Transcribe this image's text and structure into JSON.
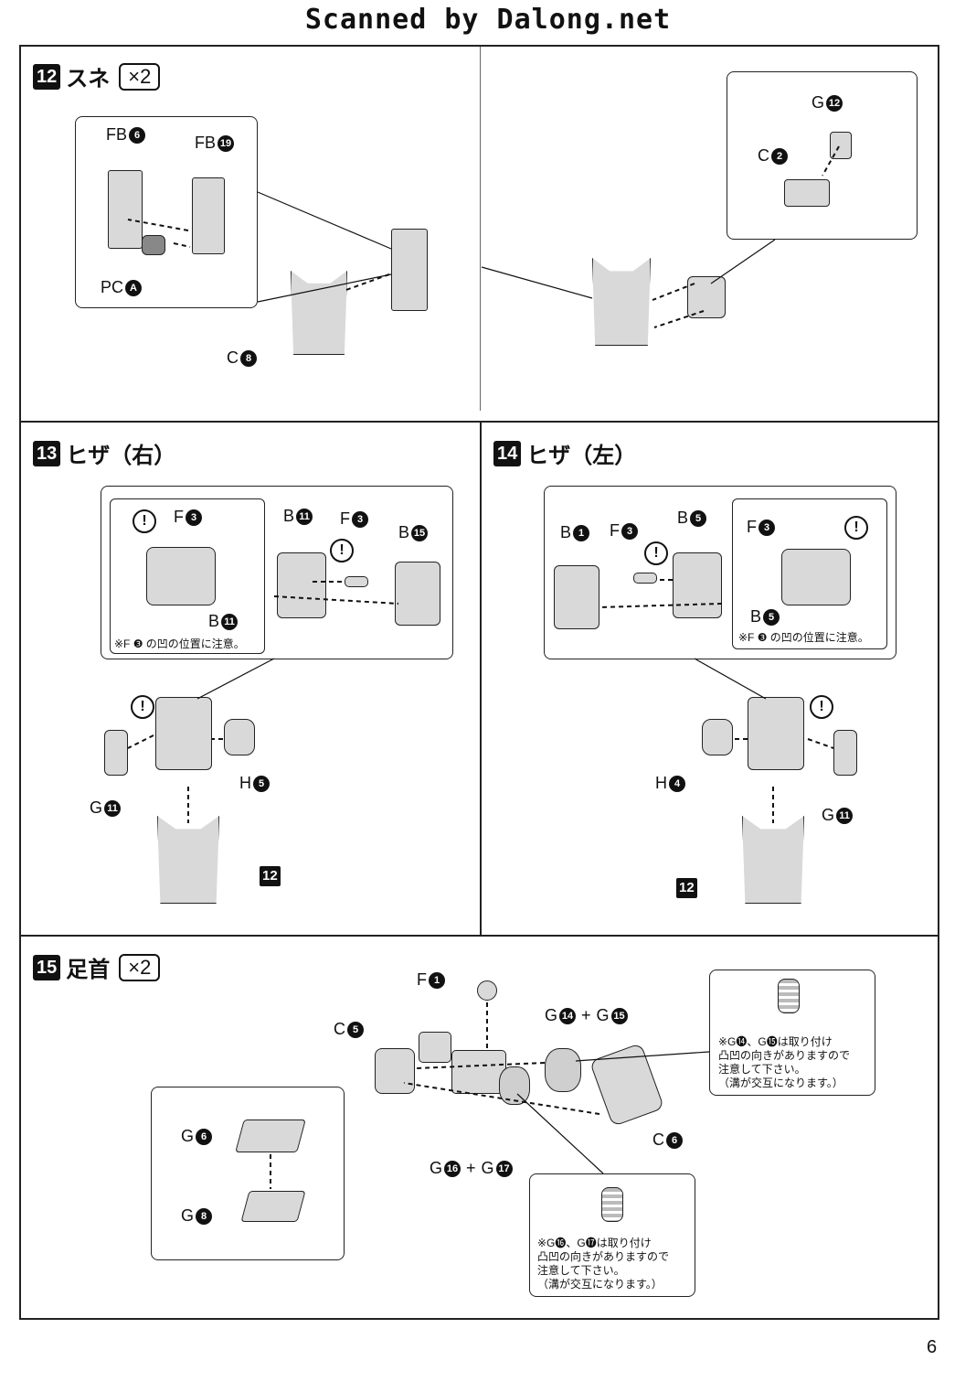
{
  "header": "Scanned by Dalong.net",
  "page_number": "6",
  "steps": {
    "s12": {
      "num": "12",
      "title": "スネ",
      "qty": "×2"
    },
    "s13": {
      "num": "13",
      "title": "ヒザ（右）"
    },
    "s14": {
      "num": "14",
      "title": "ヒザ（左）"
    },
    "s15": {
      "num": "15",
      "title": "足首",
      "qty": "×2"
    }
  },
  "labels": {
    "s12": {
      "fb6": {
        "pre": "FB",
        "num": "6"
      },
      "fb19": {
        "pre": "FB",
        "num": "19"
      },
      "pca": {
        "pre": "PC",
        "num": "A"
      },
      "c8": {
        "pre": "C",
        "num": "8"
      },
      "g12": {
        "pre": "G",
        "num": "12"
      },
      "c2": {
        "pre": "C",
        "num": "2"
      }
    },
    "s13": {
      "f3a": {
        "pre": "F",
        "num": "3"
      },
      "b11a": {
        "pre": "B",
        "num": "11"
      },
      "b11b": {
        "pre": "B",
        "num": "11"
      },
      "f3b": {
        "pre": "F",
        "num": "3"
      },
      "b15": {
        "pre": "B",
        "num": "15"
      },
      "note": "※F ❸ の凹の位置に注意。",
      "h5": {
        "pre": "H",
        "num": "5"
      },
      "g11": {
        "pre": "G",
        "num": "11"
      },
      "ref12": "12"
    },
    "s14": {
      "b1": {
        "pre": "B",
        "num": "1"
      },
      "f3a": {
        "pre": "F",
        "num": "3"
      },
      "b5a": {
        "pre": "B",
        "num": "5"
      },
      "f3b": {
        "pre": "F",
        "num": "3"
      },
      "b5b": {
        "pre": "B",
        "num": "5"
      },
      "note": "※F ❸ の凹の位置に注意。",
      "h4": {
        "pre": "H",
        "num": "4"
      },
      "g11": {
        "pre": "G",
        "num": "11"
      },
      "ref12": "12"
    },
    "s15": {
      "f1": {
        "pre": "F",
        "num": "1"
      },
      "c5": {
        "pre": "C",
        "num": "5"
      },
      "g14": {
        "pre": "G",
        "num": "14"
      },
      "plus": "+",
      "g15": {
        "pre": "G",
        "num": "15"
      },
      "c6": {
        "pre": "C",
        "num": "6"
      },
      "g16": {
        "pre": "G",
        "num": "16"
      },
      "g17": {
        "pre": "G",
        "num": "17"
      },
      "g6": {
        "pre": "G",
        "num": "6"
      },
      "g8": {
        "pre": "G",
        "num": "8"
      },
      "note_a": "※G⓮、G⓯は取り付け\n凸凹の向きがありますので\n注意して下さい。\n（溝が交互になります。）",
      "note_b": "※G⓰、G⓱は取り付け\n凸凹の向きがありますので\n注意して下さい。\n（溝が交互になります。）"
    }
  },
  "warning_symbol": "!"
}
